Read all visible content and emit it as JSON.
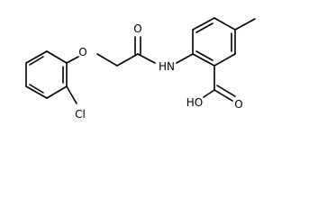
{
  "molecule": {
    "atoms": {
      "oxygen_ether": "O",
      "oxygen_carbonyl": "O",
      "nitrogen_amide": "HN",
      "oxygen_acid_carbonyl": "O",
      "hydroxyl": "HO",
      "chlorine": "Cl"
    }
  }
}
